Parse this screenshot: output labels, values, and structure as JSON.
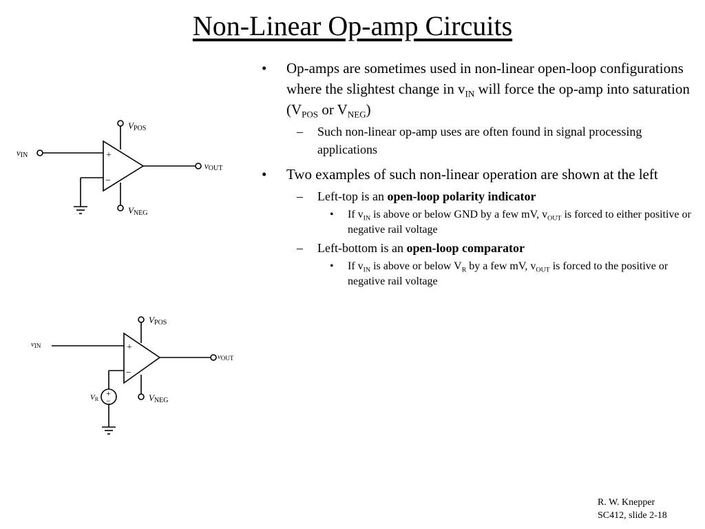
{
  "title": "Non-Linear Op-amp Circuits",
  "bullets": {
    "b1": {
      "marker": "•",
      "t1": "Op-amps are sometimes used in non-linear open-loop configurations where the slightest change in v",
      "s1": "IN",
      "t2": " will force the op-amp into saturation (V",
      "s2": "POS",
      "t3": " or V",
      "s3": "NEG",
      "t4": ")"
    },
    "b1_sub": {
      "marker": "–",
      "text": "Such non-linear op-amp uses are often found in signal processing applications"
    },
    "b2": {
      "marker": "•",
      "text": "Two examples of such non-linear operation are shown at the left"
    },
    "b2_sub1": {
      "marker": "–",
      "text": "Left-top is an ",
      "bold": "open-loop polarity indicator"
    },
    "b2_sub1_detail": {
      "marker": "•",
      "t1": "If v",
      "s1": "IN",
      "t2": " is above or below GND by a few mV, v",
      "s2": "OUT",
      "t3": " is forced to either positive or negative rail voltage"
    },
    "b2_sub2": {
      "marker": "–",
      "text": "Left-bottom is an ",
      "bold": "open-loop comparator"
    },
    "b2_sub2_detail": {
      "marker": "•",
      "t1": "If v",
      "s1": "IN",
      "t2": " is above or below V",
      "s2": "R",
      "t3": " by a few mV, v",
      "s3": "OUT",
      "t4": " is forced to the positive or negative rail voltage"
    }
  },
  "circuit_top": {
    "vpos": {
      "main": "V",
      "sub": "POS"
    },
    "vneg": {
      "main": "V",
      "sub": "NEG"
    },
    "vin": {
      "main": "v",
      "sub": "IN"
    },
    "vout": {
      "main": "v",
      "sub": "OUT"
    },
    "plus": "+",
    "minus": "−"
  },
  "circuit_bottom": {
    "vpos": {
      "main": "V",
      "sub": "POS"
    },
    "vneg": {
      "main": "V",
      "sub": "NEG"
    },
    "vin": {
      "main": "v",
      "sub": "IN"
    },
    "vout": {
      "main": "v",
      "sub": "OUT"
    },
    "vr": {
      "main": "V",
      "sub": "R"
    },
    "plus": "+",
    "minus": "−",
    "src_plus": "+",
    "src_minus": "−"
  },
  "footer": {
    "author": "R. W. Knepper",
    "slide": "SC412, slide 2-18"
  }
}
